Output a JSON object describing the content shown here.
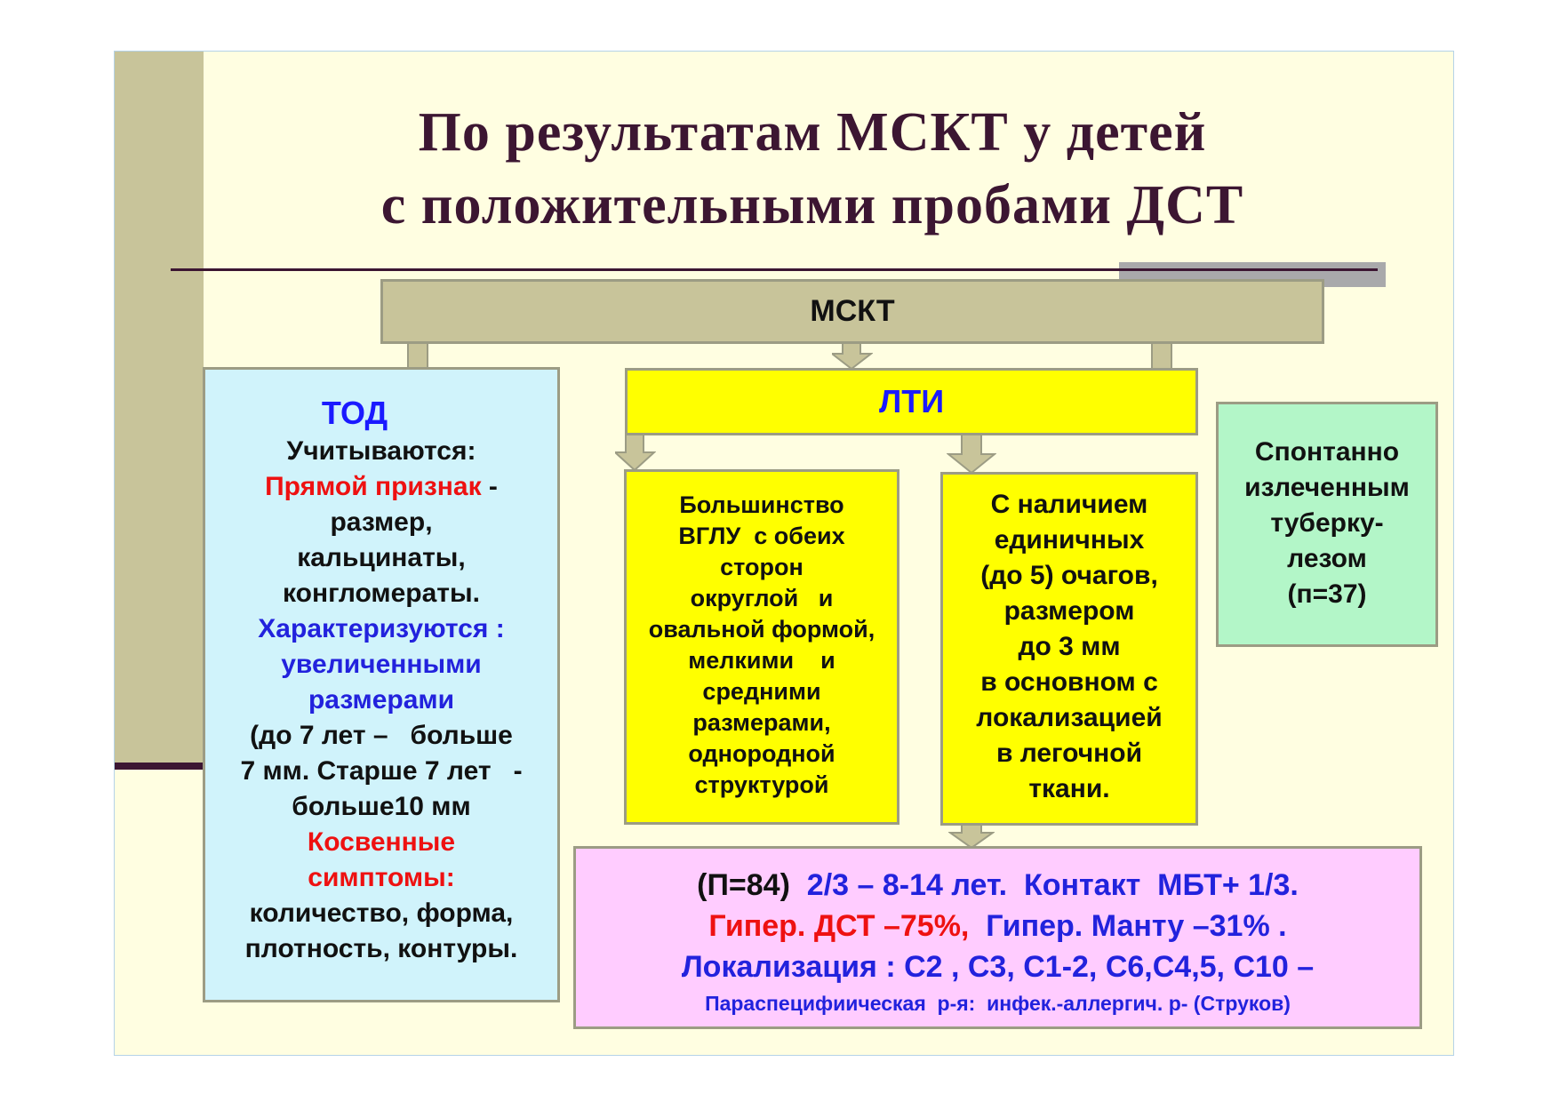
{
  "title": {
    "line1": "По результатам МСКТ у детей",
    "line2": "с положительными пробами ДСТ"
  },
  "msct_box": {
    "label": "МСКТ"
  },
  "tod_box": {
    "header": "ТОД",
    "l1": "Учитываются:",
    "l2_red": "Прямой признак",
    "l2_rest": " -",
    "l3": "размер,",
    "l4": "кальцинаты,",
    "l5": "конгломераты.",
    "l6": "Характеризуются :",
    "l7": "увеличенными",
    "l8": "размерами",
    "l9": "(до 7 лет –   больше",
    "l10": "7 мм. Старше 7 лет   -",
    "l11": "больше10 мм",
    "l12": "Косвенные",
    "l13": "симптомы:",
    "l14": "количество, форма,",
    "l15": "плотность, контуры."
  },
  "lti_box": {
    "label": "ЛТИ"
  },
  "vglu_box": {
    "l1": "Большинство",
    "l2": "ВГЛУ  с обеих",
    "l3": "сторон",
    "l4": "округлой   и",
    "l5": "овальной формой,",
    "l6": "мелкими    и",
    "l7": "средними",
    "l8": "размерами,",
    "l9": "однородной",
    "l10": "структурой"
  },
  "foci_box": {
    "l1": "С наличием",
    "l2": "единичных",
    "l3": "(до 5) очагов,",
    "l4": "размером",
    "l5": "до 3 мм",
    "l6": "в основном с",
    "l7": "локализацией",
    "l8": "в легочной",
    "l9": "ткани."
  },
  "healed_box": {
    "l1": "Спонтанно",
    "l2": "излеченным",
    "l3": "туберку-",
    "l4": "лезом",
    "l5": "(п=37)"
  },
  "summary_box": {
    "l1_black": "(П=84)",
    "l1_blue": "  2/3 – 8-14 лет.  Контакт  МБТ+ 1/3.",
    "l2_red": "Гипер. ДСТ –75%,",
    "l2_blue": "  Гипер. Манту –31% .",
    "l3": "Локализация : С2 , С3, С1-2, С6,С4,5, С10 –",
    "l4": "Параспецифиическая  р-я:  инфек.-аллергич. р- (Струков)"
  },
  "colors": {
    "title": "#3c1632",
    "slide_bg": "#fffee1",
    "msct_fill": "#c8c49a",
    "tod_fill": "#d0f3fb",
    "lti_fill": "#ffff00",
    "green_fill": "#b3f6c8",
    "pink_fill": "#ffccff",
    "blue_text": "#2222dd",
    "red_text": "#ee1111"
  }
}
